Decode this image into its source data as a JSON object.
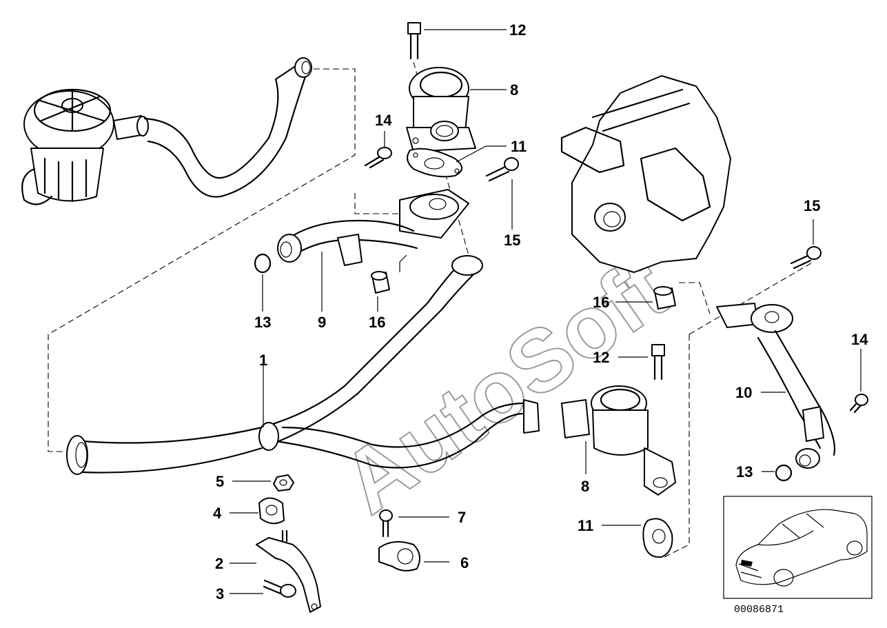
{
  "diagram": {
    "drawing_number": "00086871",
    "watermark": "AutoSoft",
    "callouts": {
      "c1": "1",
      "c2": "2",
      "c3": "3",
      "c4": "4",
      "c5": "5",
      "c6": "6",
      "c7": "7",
      "c8_top": "8",
      "c8_bottom": "8",
      "c9": "9",
      "c10": "10",
      "c11_top": "11",
      "c11_bottom": "11",
      "c12_top": "12",
      "c12_bottom": "12",
      "c13_left": "13",
      "c13_right": "13",
      "c14_left": "14",
      "c14_right": "14",
      "c15_left": "15",
      "c15_right": "15",
      "c16_left": "16",
      "c16_right": "16"
    },
    "icons": {
      "air_pump": "secondary-air-pump-icon",
      "valve": "check-valve-icon",
      "engine": "engine-block-icon",
      "car": "car-thumbnail-icon"
    }
  }
}
